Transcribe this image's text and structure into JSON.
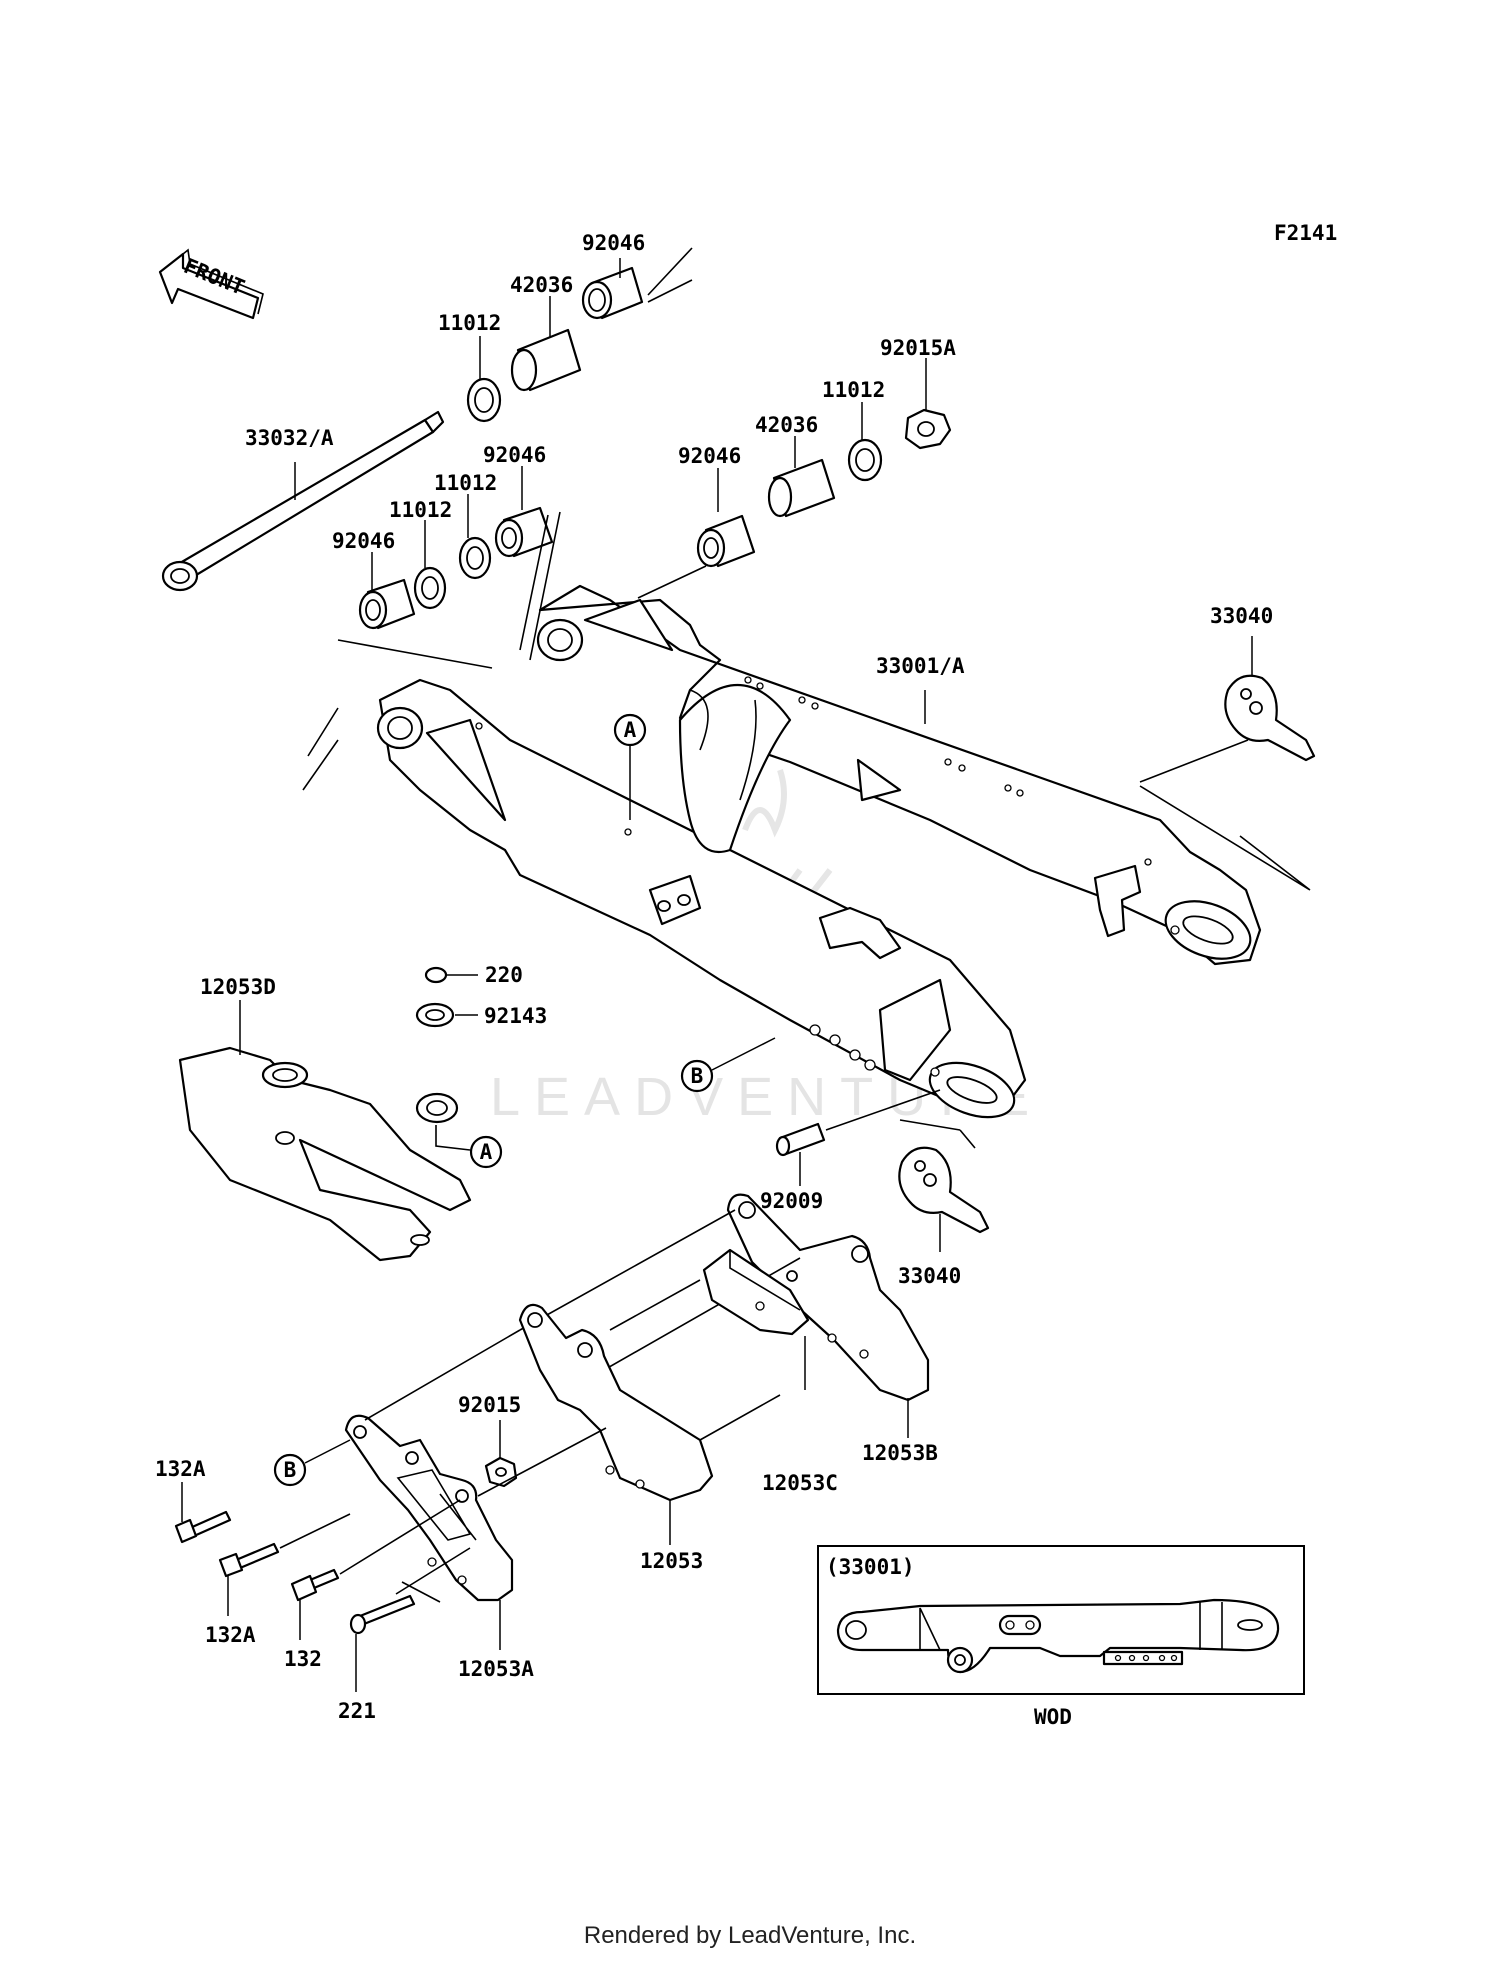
{
  "figure_code": "F2141",
  "front_label": "FRONT",
  "watermark": "LEADVENTURE",
  "inset": {
    "title": "(33001)",
    "caption": "WOD"
  },
  "callouts": {
    "a_main": "A",
    "a_chain": "A",
    "b_main": "B",
    "b_guard": "B"
  },
  "parts": {
    "p92046_top": "92046",
    "p42036_top": "42036",
    "p11012_top": "11012",
    "p33032A": "33032/A",
    "p92046_mid": "92046",
    "p11012_mid1": "11012",
    "p11012_mid2": "11012",
    "p92046_left": "92046",
    "p92015A": "92015A",
    "p11012_right": "11012",
    "p42036_right": "42036",
    "p92046_right": "92046",
    "p33040_top": "33040",
    "p33001A": "33001/A",
    "p12053D": "12053D",
    "p220": "220",
    "p92143": "92143",
    "p92009": "92009",
    "p33040_bottom": "33040",
    "p92015": "92015",
    "p12053B": "12053B",
    "p12053C": "12053C",
    "p12053": "12053",
    "p132A_1": "132A",
    "p132A_2": "132A",
    "p132": "132",
    "p221": "221",
    "p12053A": "12053A"
  },
  "footer": "Rendered by LeadVenture, Inc."
}
